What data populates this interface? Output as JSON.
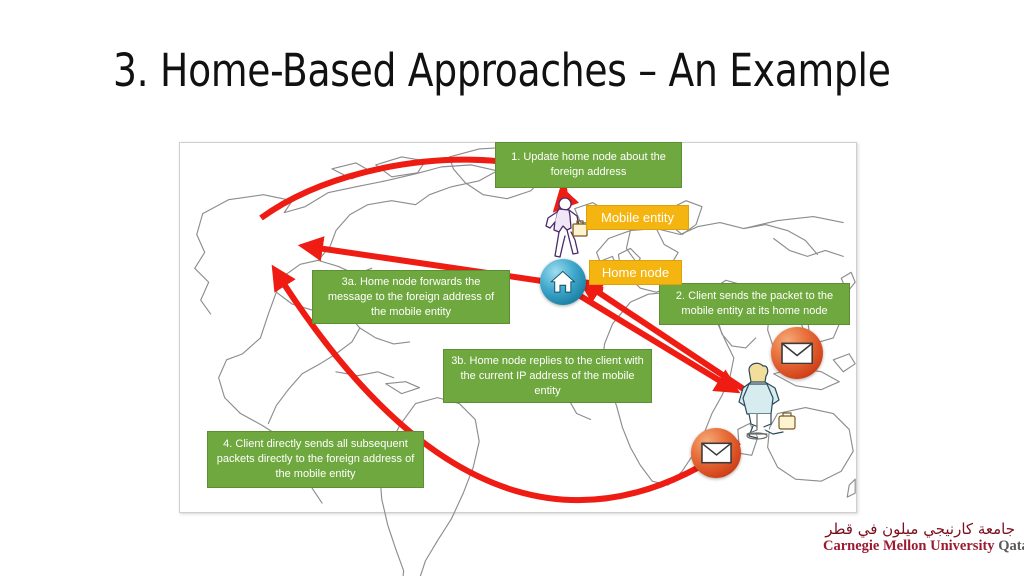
{
  "slide": {
    "title": "3. Home-Based Approaches – An Example"
  },
  "colors": {
    "green_callout": "#6fa83e",
    "amber_label": "#f5b511",
    "arrow_red": "#ee1c12",
    "map_outline": "#8a8a8a",
    "logo_maroon": "#9b1b30"
  },
  "diagram": {
    "callouts": [
      {
        "id": "1",
        "text": "1. Update home node about the foreign address",
        "style": "green"
      },
      {
        "id": "2",
        "text": "2. Client sends the packet to the mobile entity at its home node",
        "style": "green"
      },
      {
        "id": "3a",
        "text": "3a. Home node forwards the message to the foreign address of the mobile entity",
        "style": "green"
      },
      {
        "id": "3b",
        "text": "3b. Home node replies to the client with the  current IP address of the mobile entity",
        "style": "green"
      },
      {
        "id": "4",
        "text": "4. Client directly sends all subsequent packets directly to the foreign address of the mobile entity",
        "style": "green"
      }
    ],
    "labels": [
      {
        "id": "mobile-entity",
        "text": "Mobile entity",
        "style": "amber"
      },
      {
        "id": "home-node",
        "text": "Home node",
        "style": "amber"
      }
    ],
    "icons": [
      {
        "name": "mobile-entity-figure",
        "description": "businessman walking with briefcase"
      },
      {
        "name": "home-node-icon",
        "description": "blue sphere with white house"
      },
      {
        "name": "client-figure",
        "description": "seated woman at desk using computer"
      },
      {
        "name": "mail-sphere-icon",
        "description": "orange sphere with envelope"
      }
    ],
    "arrows": [
      {
        "name": "arrow-1-update-home-node",
        "from": "mobile-entity",
        "to": "home-node"
      },
      {
        "name": "arrow-2-client-to-home",
        "from": "client",
        "to": "home-node"
      },
      {
        "name": "arrow-3a-forward-message",
        "from": "home-node",
        "to": "foreign-address"
      },
      {
        "name": "arrow-3b-reply-to-client",
        "from": "home-node",
        "to": "client"
      },
      {
        "name": "arrow-4-direct-packets",
        "from": "client",
        "to": "foreign-address"
      }
    ]
  },
  "logo": {
    "arabic": "جامعة كارنيجي ميلون في قطر",
    "latin_primary": "Carnegie Mellon University",
    "latin_secondary": "Qatar"
  }
}
